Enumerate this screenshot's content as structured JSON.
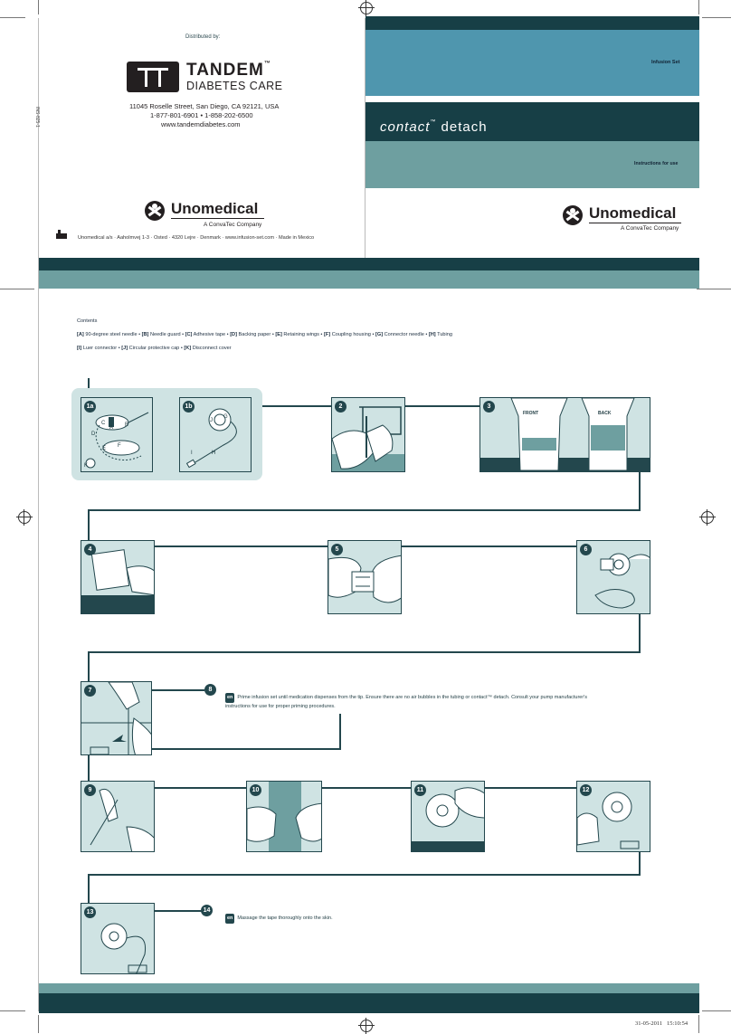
{
  "distributor": {
    "distributed_by": "Distributed by:",
    "brand_main": "TANDEM",
    "brand_tm": "™",
    "brand_sub": "DIABETES CARE",
    "address": "11045 Roselle Street, San Diego, CA 92121, USA",
    "phones": "1-877-801-6901 • 1-858-202-6500",
    "website": "www.tandemdiabetes.com",
    "part_code": "INS-825-1"
  },
  "manufacturer": {
    "name": "Unomedical",
    "tagline": "A ConvaTec Company",
    "address_line": "Unomedical a/s · Aaholmvej 1-3 · Osted · 4320 Lejre · Denmark · www.infusion-set.com · Made in Mexico"
  },
  "cover": {
    "category": "Infusion Set",
    "product_main": "contact",
    "product_tm": "™",
    "product_sub": "detach",
    "subtitle": "Instructions for use",
    "brand": "Unomedical",
    "brand_tagline": "A ConvaTec Company"
  },
  "contents": {
    "title": "Contents",
    "line1": [
      {
        "key": "[A]",
        "text": "90-degree steel needle •"
      },
      {
        "key": "[B]",
        "text": "Needle guard •"
      },
      {
        "key": "[C]",
        "text": "Adhesive tape •"
      },
      {
        "key": "[D]",
        "text": "Backing paper •"
      },
      {
        "key": "[E]",
        "text": "Retaining wings •"
      },
      {
        "key": "[F]",
        "text": "Coupling housing •"
      },
      {
        "key": "[G]",
        "text": "Connector needle •"
      },
      {
        "key": "[H]",
        "text": "Tubing"
      }
    ],
    "line2": [
      {
        "key": "[I]",
        "text": "Luer connector •"
      },
      {
        "key": "[J]",
        "text": "Circular protective cap •"
      },
      {
        "key": "[K]",
        "text": "Disconnect cover"
      }
    ]
  },
  "steps": {
    "s1a": "1a",
    "s1b": "1b",
    "s2": "2",
    "s3": "3",
    "s4": "4",
    "s5": "5",
    "s6": "6",
    "s7": "7",
    "s8": "8",
    "s9": "9",
    "s10": "10",
    "s11": "11",
    "s12": "12",
    "s13": "13",
    "s14": "14",
    "front": "FRONT",
    "back": "BACK",
    "label_a": "A",
    "label_b": "B",
    "label_c": "C",
    "label_d": "D",
    "label_e": "E",
    "label_f": "F",
    "label_k": "K",
    "label_g": "G",
    "label_h": "H",
    "label_i": "I",
    "label_j": "J"
  },
  "notes": {
    "lang": "en",
    "step8": "Prime infusion set until medication dispenses from the tip. Ensure there are no air bubbles in the tubing or contact™ detach. Consult your pump manufacturer's instructions for use for proper priming procedures.",
    "step14": "Massage the tape thoroughly onto the skin."
  },
  "footer": {
    "timestamp": "31-05-2011   15:10:54"
  },
  "colors": {
    "dark_teal": "#173f46",
    "mid_teal": "#4f96ae",
    "light_teal": "#6e9fa0",
    "panel_fill": "#cfe3e3"
  }
}
